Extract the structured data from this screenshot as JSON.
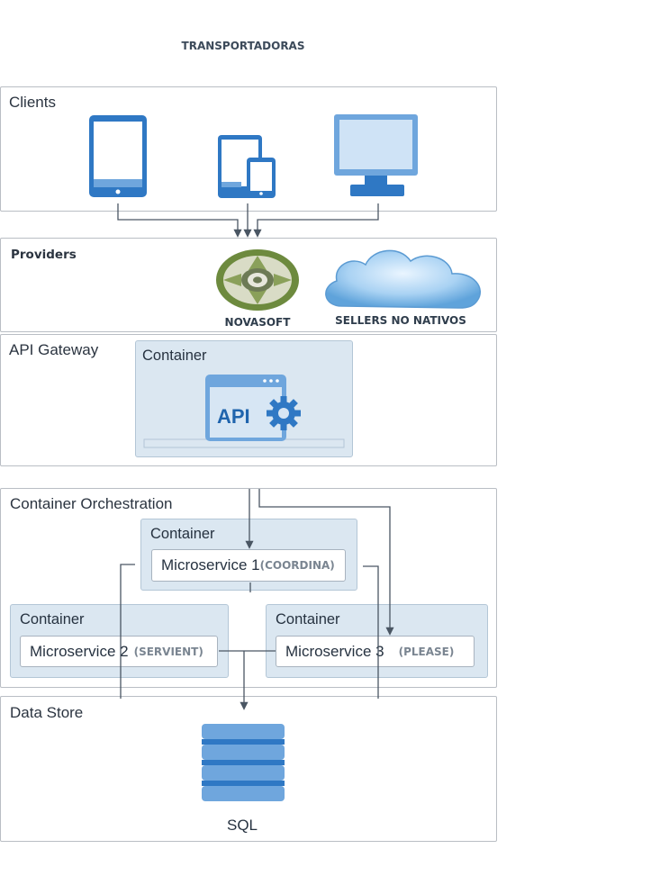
{
  "header": {
    "title": "TRANSPORTADORAS"
  },
  "clients": {
    "label": "Clients",
    "devices": [
      {
        "icon": "tablet-icon"
      },
      {
        "icon": "mobile-devices-icon"
      },
      {
        "icon": "desktop-monitor-icon"
      }
    ]
  },
  "providers": {
    "label": "Providers",
    "items": [
      {
        "icon": "novasoft-logo-icon",
        "caption": "NOVASOFT"
      },
      {
        "icon": "cloud-icon",
        "caption": "SELLERS NO NATIVOS"
      }
    ]
  },
  "api_gateway": {
    "label": "API Gateway",
    "container_label": "Container",
    "api_text": "API"
  },
  "orchestration": {
    "label": "Container Orchestration",
    "containers": [
      {
        "label": "Container",
        "service": "Microservice 1",
        "tag": "(COORDINA)"
      },
      {
        "label": "Container",
        "service": "Microservice 2",
        "tag": "(SERVIENT)"
      },
      {
        "label": "Container",
        "service": "Microservice 3",
        "tag": "(PLEASE)"
      }
    ]
  },
  "data_store": {
    "label": "Data Store",
    "db_label": "SQL"
  },
  "colors": {
    "accent_blue": "#2f78c4",
    "light_blue": "#6fa6dd",
    "container_fill": "#dbe7f1",
    "connector": "#4a5663"
  }
}
